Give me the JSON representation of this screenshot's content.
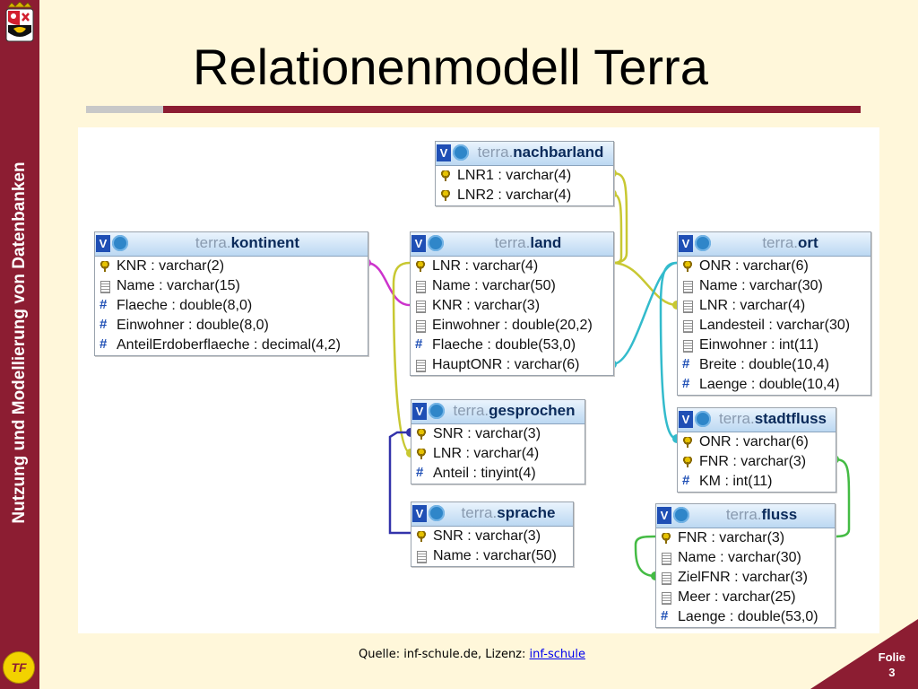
{
  "slide": {
    "title": "Relationenmodell Terra",
    "sidebar_text": "Nutzung und Modellierung von Datenbanken",
    "logo_text": "TF",
    "source_prefix": "Quelle: inf-schule.de, Lizenz: ",
    "source_link": "inf-schule",
    "folio_label": "Folie",
    "folio_number": "3"
  },
  "schema": "terra.",
  "tables": [
    {
      "id": "nachbarland",
      "name": "nachbarland",
      "columns": [
        {
          "icon": "key-icon",
          "text": "LNR1 : varchar(4)"
        },
        {
          "icon": "key-icon",
          "text": "LNR2 : varchar(4)"
        }
      ]
    },
    {
      "id": "kontinent",
      "name": "kontinent",
      "columns": [
        {
          "icon": "key-icon",
          "text": "KNR : varchar(2)"
        },
        {
          "icon": "text-field-icon",
          "text": "Name : varchar(15)"
        },
        {
          "icon": "numeric-field-icon",
          "text": "Flaeche : double(8,0)"
        },
        {
          "icon": "numeric-field-icon",
          "text": "Einwohner : double(8,0)"
        },
        {
          "icon": "numeric-field-icon",
          "text": "AnteilErdoberflaeche : decimal(4,2)"
        }
      ]
    },
    {
      "id": "land",
      "name": "land",
      "columns": [
        {
          "icon": "key-icon",
          "text": "LNR : varchar(4)"
        },
        {
          "icon": "text-field-icon",
          "text": "Name : varchar(50)"
        },
        {
          "icon": "text-field-icon",
          "text": "KNR : varchar(3)"
        },
        {
          "icon": "text-field-icon",
          "text": "Einwohner : double(20,2)"
        },
        {
          "icon": "numeric-field-icon",
          "text": "Flaeche : double(53,0)"
        },
        {
          "icon": "text-field-icon",
          "text": "HauptONR : varchar(6)"
        }
      ]
    },
    {
      "id": "ort",
      "name": "ort",
      "columns": [
        {
          "icon": "key-icon",
          "text": "ONR : varchar(6)"
        },
        {
          "icon": "text-field-icon",
          "text": "Name : varchar(30)"
        },
        {
          "icon": "text-field-icon",
          "text": "LNR : varchar(4)"
        },
        {
          "icon": "text-field-icon",
          "text": "Landesteil : varchar(30)"
        },
        {
          "icon": "text-field-icon",
          "text": "Einwohner : int(11)"
        },
        {
          "icon": "numeric-field-icon",
          "text": "Breite : double(10,4)"
        },
        {
          "icon": "numeric-field-icon",
          "text": "Laenge : double(10,4)"
        }
      ]
    },
    {
      "id": "gesprochen",
      "name": "gesprochen",
      "columns": [
        {
          "icon": "key-icon",
          "text": "SNR : varchar(3)"
        },
        {
          "icon": "key-icon",
          "text": "LNR : varchar(4)"
        },
        {
          "icon": "numeric-field-icon",
          "text": "Anteil : tinyint(4)"
        }
      ]
    },
    {
      "id": "stadtfluss",
      "name": "stadtfluss",
      "columns": [
        {
          "icon": "key-icon",
          "text": "ONR : varchar(6)"
        },
        {
          "icon": "key-icon",
          "text": "FNR : varchar(3)"
        },
        {
          "icon": "numeric-field-icon",
          "text": "KM : int(11)"
        }
      ]
    },
    {
      "id": "sprache",
      "name": "sprache",
      "columns": [
        {
          "icon": "key-icon",
          "text": "SNR : varchar(3)"
        },
        {
          "icon": "text-field-icon",
          "text": "Name : varchar(50)"
        }
      ]
    },
    {
      "id": "fluss",
      "name": "fluss",
      "columns": [
        {
          "icon": "key-icon",
          "text": "FNR : varchar(3)"
        },
        {
          "icon": "text-field-icon",
          "text": "Name : varchar(30)"
        },
        {
          "icon": "text-field-icon",
          "text": "ZielFNR : varchar(3)"
        },
        {
          "icon": "text-field-icon",
          "text": "Meer : varchar(25)"
        },
        {
          "icon": "numeric-field-icon",
          "text": "Laenge : double(53,0)"
        }
      ]
    }
  ],
  "relations": [
    {
      "from": "land.KNR",
      "to": "kontinent.KNR",
      "color": "#cc33cc"
    },
    {
      "from": "nachbarland.LNR1",
      "to": "land.LNR",
      "color": "#c8c832"
    },
    {
      "from": "nachbarland.LNR2",
      "to": "land.LNR",
      "color": "#c8c832"
    },
    {
      "from": "ort.LNR",
      "to": "land.LNR",
      "color": "#c8c832"
    },
    {
      "from": "land.HauptONR",
      "to": "ort.ONR",
      "color": "#33bbcc"
    },
    {
      "from": "gesprochen.LNR",
      "to": "land.LNR",
      "color": "#c8c832"
    },
    {
      "from": "gesprochen.SNR",
      "to": "sprache.SNR",
      "color": "#3333aa"
    },
    {
      "from": "stadtfluss.ONR",
      "to": "ort.ONR",
      "color": "#33bbcc"
    },
    {
      "from": "stadtfluss.FNR",
      "to": "fluss.FNR",
      "color": "#44bb44"
    },
    {
      "from": "fluss.ZielFNR",
      "to": "fluss.FNR",
      "color": "#44bb44"
    }
  ]
}
